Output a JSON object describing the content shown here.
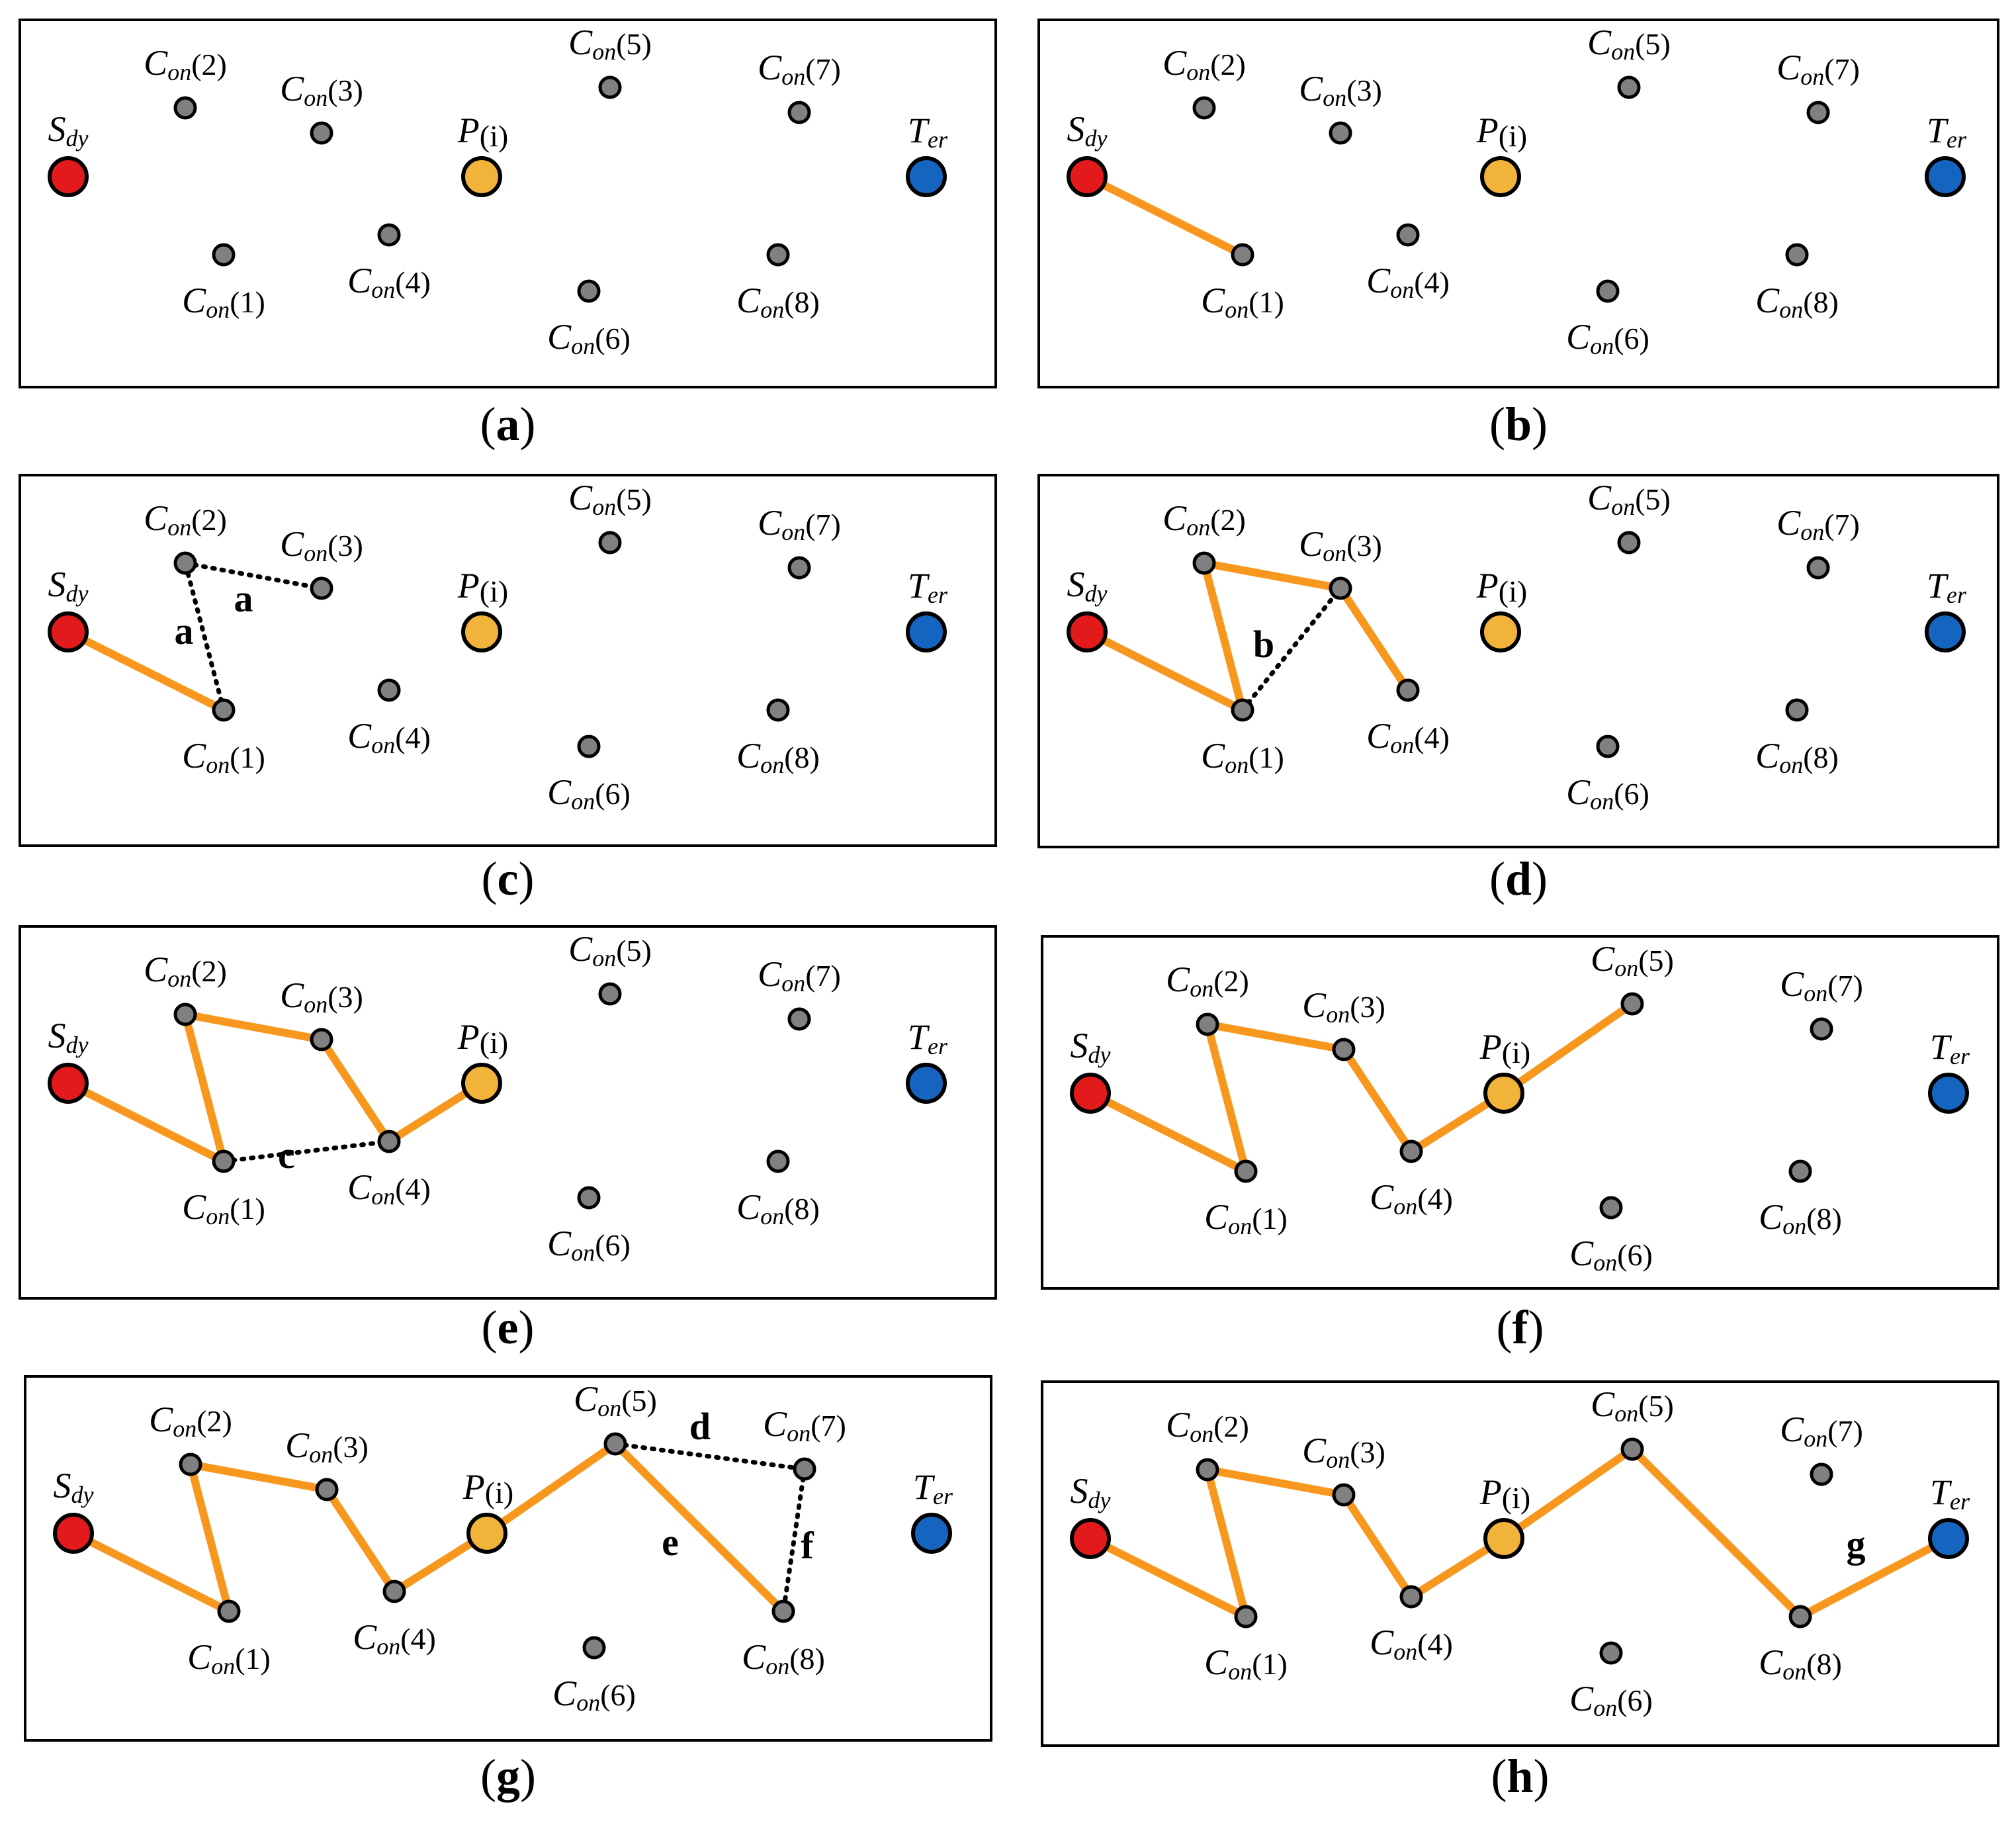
{
  "colors": {
    "source": "#E31A1C",
    "pivot": "#F2B33B",
    "terminal": "#1565C0",
    "candidate": "#808080",
    "path": "#F7971E",
    "trial": "#000000"
  },
  "node_labels": {
    "source": {
      "main": "S",
      "sub": "dy"
    },
    "pivot": {
      "main": "P",
      "idx": "(i)"
    },
    "terminal": {
      "main": "T",
      "sub": "er"
    },
    "candidate": {
      "main": "C",
      "sub": "on"
    }
  },
  "candidate_indices": [
    "(1)",
    "(2)",
    "(3)",
    "(4)",
    "(5)",
    "(6)",
    "(7)",
    "(8)"
  ],
  "panels": [
    {
      "id": "a",
      "caption_open": "(",
      "caption_letter": "a",
      "caption_close": ")",
      "path": [],
      "trials": []
    },
    {
      "id": "b",
      "caption_open": "(",
      "caption_letter": "b",
      "caption_close": ")",
      "path": [
        [
          "S",
          "C1"
        ]
      ],
      "trials": []
    },
    {
      "id": "c",
      "caption_open": "(",
      "caption_letter": "c",
      "caption_close": ")",
      "path": [
        [
          "S",
          "C1"
        ]
      ],
      "trials": [
        {
          "edge": [
            "C1",
            "C2"
          ],
          "tag": "a"
        },
        {
          "edge": [
            "C2",
            "C3"
          ],
          "tag": "a"
        }
      ]
    },
    {
      "id": "d",
      "caption_open": "(",
      "caption_letter": "d",
      "caption_close": ")",
      "path": [
        [
          "S",
          "C1"
        ],
        [
          "C1",
          "C2"
        ],
        [
          "C2",
          "C3"
        ],
        [
          "C3",
          "C4"
        ]
      ],
      "trials": [
        {
          "edge": [
            "C1",
            "C3"
          ],
          "tag": "b"
        }
      ]
    },
    {
      "id": "e",
      "caption_open": "(",
      "caption_letter": "e",
      "caption_close": ")",
      "path": [
        [
          "S",
          "C1"
        ],
        [
          "C1",
          "C2"
        ],
        [
          "C2",
          "C3"
        ],
        [
          "C3",
          "C4"
        ],
        [
          "C4",
          "P"
        ]
      ],
      "trials": [
        {
          "edge": [
            "C1",
            "C4"
          ],
          "tag": "c"
        }
      ]
    },
    {
      "id": "f",
      "caption_open": "(",
      "caption_letter": "f",
      "caption_close": ")",
      "path": [
        [
          "S",
          "C1"
        ],
        [
          "C1",
          "C2"
        ],
        [
          "C2",
          "C3"
        ],
        [
          "C3",
          "C4"
        ],
        [
          "C4",
          "P"
        ],
        [
          "P",
          "C5"
        ]
      ],
      "trials": []
    },
    {
      "id": "g",
      "caption_open": "(",
      "caption_letter": "g",
      "caption_close": ")",
      "path": [
        [
          "S",
          "C1"
        ],
        [
          "C1",
          "C2"
        ],
        [
          "C2",
          "C3"
        ],
        [
          "C3",
          "C4"
        ],
        [
          "C4",
          "P"
        ],
        [
          "P",
          "C5"
        ],
        [
          "C5",
          "C8"
        ]
      ],
      "trials": [
        {
          "edge": [
            "C5",
            "C7"
          ],
          "tag": "d"
        },
        {
          "edge": [
            "C7",
            "C8"
          ],
          "tag": "f"
        }
      ],
      "path_tags": [
        {
          "edge": [
            "C5",
            "C8"
          ],
          "tag": "e"
        }
      ]
    },
    {
      "id": "h",
      "caption_open": "(",
      "caption_letter": "h",
      "caption_close": ")",
      "path": [
        [
          "S",
          "C1"
        ],
        [
          "C1",
          "C2"
        ],
        [
          "C2",
          "C3"
        ],
        [
          "C3",
          "C4"
        ],
        [
          "C4",
          "P"
        ],
        [
          "P",
          "C5"
        ],
        [
          "C5",
          "C8"
        ],
        [
          "C8",
          "T"
        ]
      ],
      "trials": [],
      "path_tags": [
        {
          "edge": [
            "C8",
            "T"
          ],
          "tag": "g"
        }
      ]
    }
  ]
}
